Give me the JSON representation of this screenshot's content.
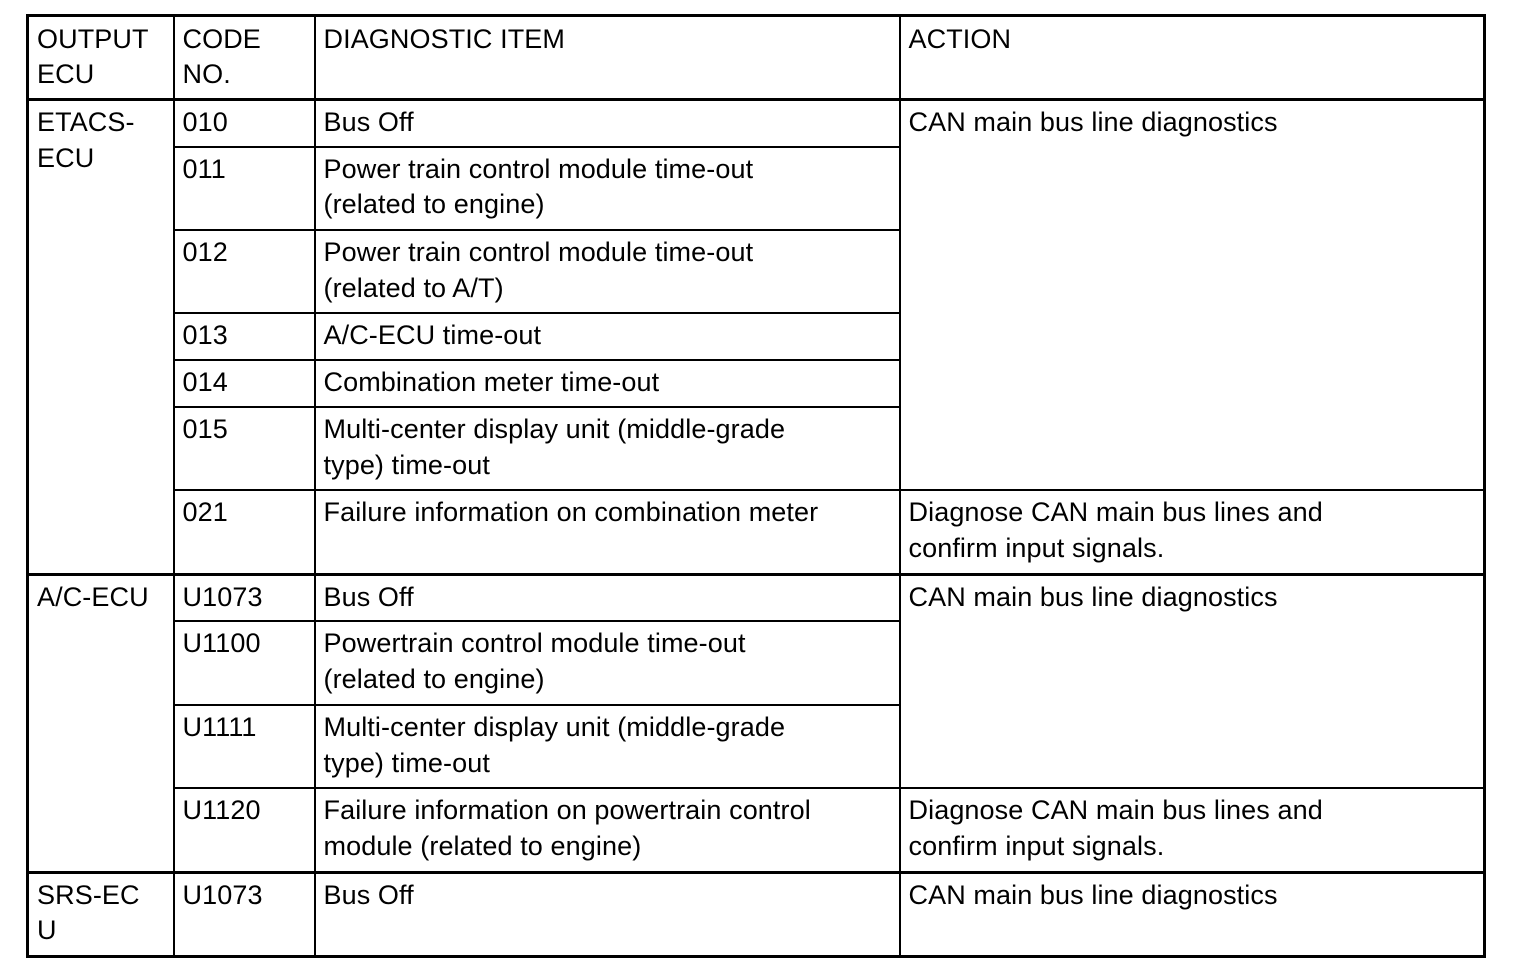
{
  "table": {
    "headers": {
      "output_ecu": "OUTPUT\nECU",
      "code_no": "CODE\nNO.",
      "diagnostic_item": "DIAGNOSTIC ITEM",
      "action": "ACTION"
    },
    "rows": [
      {
        "ecu": "ETACS-\nECU",
        "code": "010",
        "item": "Bus Off",
        "action": "CAN main bus line diagnostics"
      },
      {
        "ecu": "",
        "code": "011",
        "item": "Power train control module time-out\n(related to engine)",
        "action": ""
      },
      {
        "ecu": "",
        "code": "012",
        "item": "Power train control module time-out\n(related to A/T)",
        "action": ""
      },
      {
        "ecu": "",
        "code": "013",
        "item": "A/C-ECU time-out",
        "action": ""
      },
      {
        "ecu": "",
        "code": "014",
        "item": "Combination meter time-out",
        "action": ""
      },
      {
        "ecu": "",
        "code": "015",
        "item": "Multi-center display unit (middle-grade\ntype) time-out",
        "action": ""
      },
      {
        "ecu": "",
        "code": "021",
        "item": "Failure information on combination meter",
        "action": "Diagnose CAN main bus lines and\nconfirm input signals."
      },
      {
        "ecu": "A/C-ECU",
        "code": "U1073",
        "item": "Bus Off",
        "action": "CAN main bus line diagnostics"
      },
      {
        "ecu": "",
        "code": "U1100",
        "item": "Powertrain control module time-out\n(related to engine)",
        "action": ""
      },
      {
        "ecu": "",
        "code": "U1111",
        "item": "Multi-center display unit (middle-grade\ntype) time-out",
        "action": ""
      },
      {
        "ecu": "",
        "code": "U1120",
        "item": "Failure information on powertrain control\nmodule (related to engine)",
        "action": "Diagnose CAN main bus lines and\nconfirm input signals."
      },
      {
        "ecu": "SRS-EC\nU",
        "code": "U1073",
        "item": "Bus Off",
        "action": "CAN main bus line diagnostics"
      }
    ]
  },
  "colors": {
    "text": "#000000",
    "border": "#000000",
    "background": "#ffffff"
  }
}
